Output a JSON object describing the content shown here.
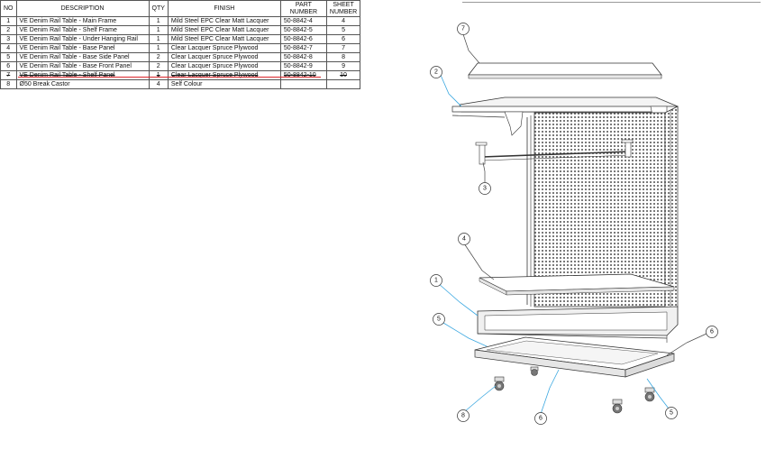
{
  "bom": {
    "headers": {
      "no": "NO",
      "description": "DESCRIPTION",
      "qty": "QTY",
      "finish": "FINISH",
      "part_number_line1": "PART",
      "part_number_line2": "NUMBER",
      "sheet_number_line1": "SHEET",
      "sheet_number_line2": "NUMBER"
    },
    "rows": [
      {
        "no": "1",
        "description": "VE Denim Rail Table - Main Frame",
        "qty": "1",
        "finish": "Mild Steel EPC Clear Matt Lacquer",
        "part": "50-8842-4",
        "sheet": "4"
      },
      {
        "no": "2",
        "description": "VE Denim Rail Table - Shelf Frame",
        "qty": "1",
        "finish": "Mild Steel EPC Clear Matt Lacquer",
        "part": "50-8842-5",
        "sheet": "5"
      },
      {
        "no": "3",
        "description": "VE Denim Rail Table - Under Hanging Rail",
        "qty": "1",
        "finish": "Mild Steel EPC Clear Matt Lacquer",
        "part": "50-8842-6",
        "sheet": "6"
      },
      {
        "no": "4",
        "description": "VE Denim Rail Table - Base Panel",
        "qty": "1",
        "finish": "Clear Lacquer Spruce Plywood",
        "part": "50-8842-7",
        "sheet": "7"
      },
      {
        "no": "5",
        "description": "VE Denim Rail Table - Base Side Panel",
        "qty": "2",
        "finish": "Clear Lacquer Spruce Plywood",
        "part": "50-8842-8",
        "sheet": "8"
      },
      {
        "no": "6",
        "description": "VE Denim Rail Table - Base Front Panel",
        "qty": "2",
        "finish": "Clear Lacquer Spruce Plywood",
        "part": "50-8842-9",
        "sheet": "9"
      },
      {
        "no": "7",
        "description": "VE Denim Rail Table - Shelf Panel",
        "qty": "1",
        "finish": "Clear Lacquer Spruce Plywood",
        "part": "50-8842-10",
        "sheet": "10",
        "struck": true
      },
      {
        "no": "8",
        "description": "Ø50 Break Castor",
        "qty": "4",
        "finish": "Self Colour",
        "part": "",
        "sheet": ""
      }
    ]
  },
  "callouts": {
    "c1": "1",
    "c2": "2",
    "c3": "3",
    "c4": "4",
    "c5a": "5",
    "c5b": "5",
    "c6a": "6",
    "c6b": "6",
    "c7": "7",
    "c8": "8"
  },
  "colors": {
    "leader": "#3aa7e0",
    "strike": "#d9252a",
    "line": "#444444"
  }
}
